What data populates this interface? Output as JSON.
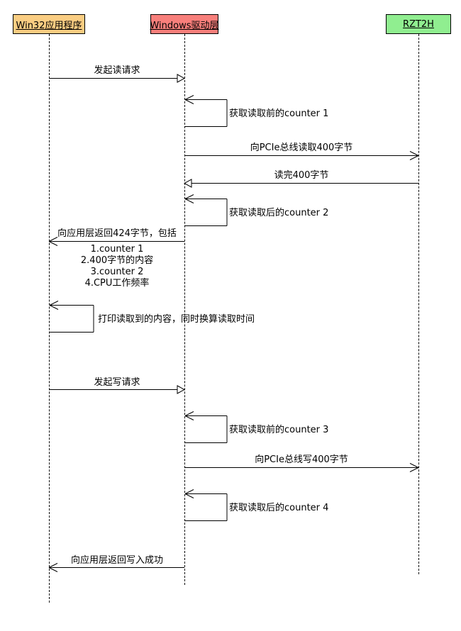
{
  "diagram": {
    "type": "uml-sequence",
    "colors": {
      "win32_fill": "#FACD82",
      "driver_fill": "#F87F7B",
      "rzt2h_fill": "#90EE90",
      "line": "#000000",
      "background": "#FFFFFF"
    },
    "actors": [
      {
        "id": "win32",
        "label": "Win32应用程序",
        "color": "#FACD82"
      },
      {
        "id": "driver",
        "label": "Windows驱动层",
        "color": "#F87F7B"
      },
      {
        "id": "rzt2h",
        "label": "RZT2H",
        "color": "#90EE90"
      }
    ],
    "messages": [
      {
        "from": "win32",
        "to": "driver",
        "label": "发起读请求",
        "arrow": "hollow-triangle"
      },
      {
        "from": "driver",
        "to": "driver",
        "label": "获取读取前的counter 1",
        "arrow": "open",
        "self": true
      },
      {
        "from": "driver",
        "to": "rzt2h",
        "label": "向PCIe总线读取400字节",
        "arrow": "open"
      },
      {
        "from": "rzt2h",
        "to": "driver",
        "label": "读完400字节",
        "arrow": "hollow-triangle"
      },
      {
        "from": "driver",
        "to": "driver",
        "label": "获取读取后的counter 2",
        "arrow": "open",
        "self": true
      },
      {
        "from": "driver",
        "to": "win32",
        "label": "向应用层返回424字节，包括",
        "arrow": "open",
        "detail": [
          "1.counter 1",
          "2.400字节的内容",
          "3.counter 2",
          "4.CPU工作频率"
        ]
      },
      {
        "from": "win32",
        "to": "win32",
        "label": "打印读取到的内容，同时换算读取时间",
        "arrow": "open",
        "self": true
      },
      {
        "from": "win32",
        "to": "driver",
        "label": "发起写请求",
        "arrow": "hollow-triangle"
      },
      {
        "from": "driver",
        "to": "driver",
        "label": "获取读取前的counter 3",
        "arrow": "open",
        "self": true
      },
      {
        "from": "driver",
        "to": "rzt2h",
        "label": "向PCIe总线写400字节",
        "arrow": "open"
      },
      {
        "from": "driver",
        "to": "driver",
        "label": "获取读取后的counter 4",
        "arrow": "open",
        "self": true
      },
      {
        "from": "driver",
        "to": "win32",
        "label": "向应用层返回写入成功",
        "arrow": "open"
      }
    ]
  }
}
